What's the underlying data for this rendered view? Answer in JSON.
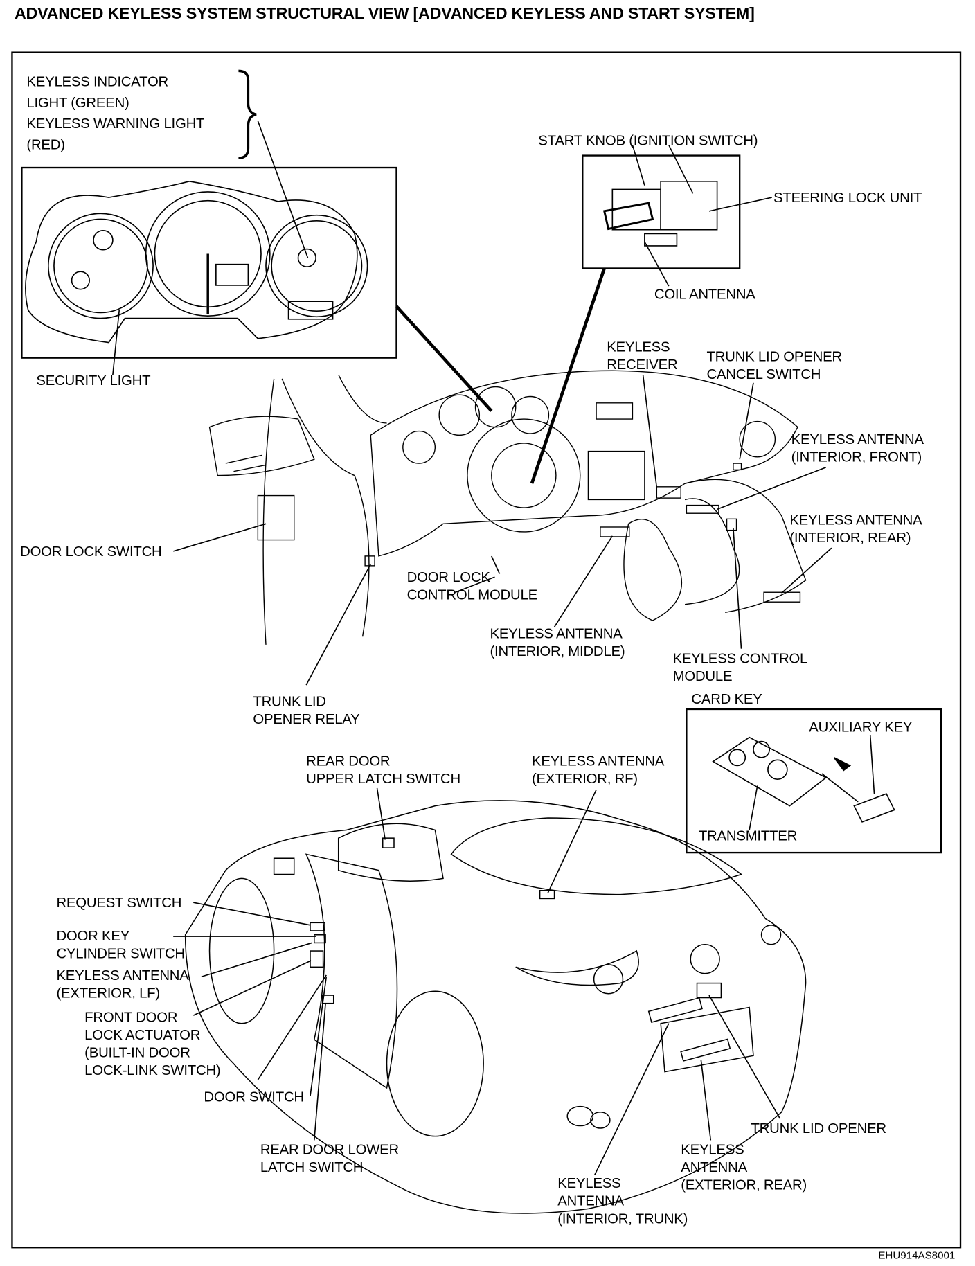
{
  "title": "ADVANCED KEYLESS SYSTEM STRUCTURAL VIEW [ADVANCED KEYLESS AND START SYSTEM]",
  "figure_code": "EHU914AS8001",
  "labels": {
    "keyless_indicator": "KEYLESS INDICATOR\nLIGHT (GREEN)\nKEYLESS WARNING LIGHT\n(RED)",
    "start_knob": "START KNOB (IGNITION SWITCH)",
    "steering_lock": "STEERING LOCK UNIT",
    "coil_antenna": "COIL ANTENNA",
    "security_light": "SECURITY LIGHT",
    "keyless_receiver": "KEYLESS\nRECEIVER",
    "trunk_cancel": "TRUNK LID OPENER\nCANCEL SWITCH",
    "ant_int_front": "KEYLESS ANTENNA\n(INTERIOR, FRONT)",
    "ant_int_rear": "KEYLESS ANTENNA\n(INTERIOR, REAR)",
    "door_lock_switch": "DOOR LOCK SWITCH",
    "door_lock_module": "DOOR LOCK\nCONTROL MODULE",
    "ant_int_middle": "KEYLESS ANTENNA\n(INTERIOR, MIDDLE)",
    "keyless_control": "KEYLESS CONTROL\nMODULE",
    "trunk_relay": "TRUNK LID\nOPENER RELAY",
    "card_key": "CARD KEY",
    "aux_key": "AUXILIARY KEY",
    "transmitter": "TRANSMITTER",
    "rear_upper": "REAR DOOR\nUPPER LATCH SWITCH",
    "ant_ext_rf": "KEYLESS ANTENNA\n(EXTERIOR, RF)",
    "request_switch": "REQUEST SWITCH",
    "door_key_cyl": "DOOR KEY\nCYLINDER SWITCH",
    "ant_ext_lf": "KEYLESS ANTENNA\n(EXTERIOR, LF)",
    "front_actuator": "FRONT DOOR\nLOCK ACTUATOR\n(BUILT-IN DOOR\nLOCK-LINK SWITCH)",
    "door_switch": "DOOR SWITCH",
    "rear_lower": "REAR DOOR LOWER\nLATCH SWITCH",
    "trunk_opener": "TRUNK LID OPENER",
    "ant_ext_rear": "KEYLESS\nANTENNA\n(EXTERIOR, REAR)",
    "ant_int_trunk": "KEYLESS\nANTENNA\n(INTERIOR, TRUNK)"
  }
}
